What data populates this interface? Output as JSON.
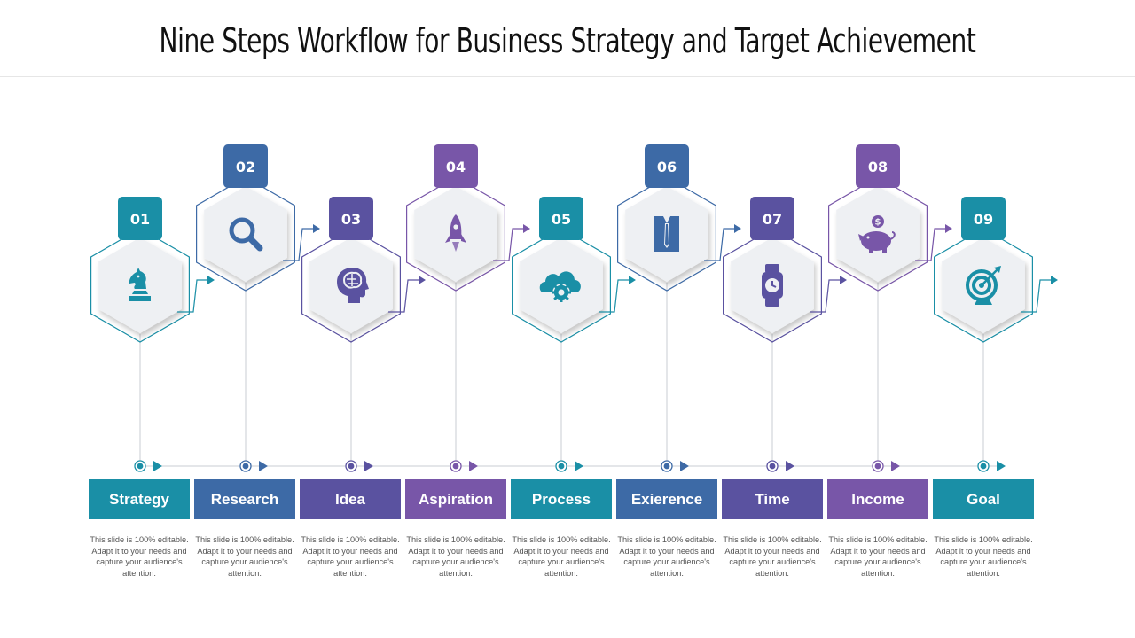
{
  "title": "Nine Steps Workflow for Business Strategy and Target Achievement",
  "steps": [
    {
      "num": "01",
      "label": "Strategy",
      "icon": "chess-knight-icon",
      "color": "#1a8fa6",
      "desc": "This slide is 100% editable. Adapt it to your needs and capture your audience's attention."
    },
    {
      "num": "02",
      "label": "Research",
      "icon": "magnifier-icon",
      "color": "#3d6aa6",
      "desc": "This slide is 100% editable. Adapt it to your needs and capture your audience's attention."
    },
    {
      "num": "03",
      "label": "Idea",
      "icon": "brain-head-icon",
      "color": "#5a52a0",
      "desc": "This slide is 100% editable. Adapt it to your needs and capture your audience's attention."
    },
    {
      "num": "04",
      "label": "Aspiration",
      "icon": "rocket-icon",
      "color": "#7856a8",
      "desc": "This slide is 100% editable. Adapt it to your needs and capture your audience's attention."
    },
    {
      "num": "05",
      "label": "Process",
      "icon": "cloud-gear-icon",
      "color": "#1a8fa6",
      "desc": "This slide is 100% editable. Adapt it to your needs and capture your audience's attention."
    },
    {
      "num": "06",
      "label": "Exierence",
      "icon": "shirt-tie-icon",
      "color": "#3d6aa6",
      "desc": "This slide is 100% editable. Adapt it to your needs and capture your audience's attention."
    },
    {
      "num": "07",
      "label": "Time",
      "icon": "wristwatch-icon",
      "color": "#5a52a0",
      "desc": "This slide is 100% editable. Adapt it to your needs and capture your audience's attention."
    },
    {
      "num": "08",
      "label": "Income",
      "icon": "piggy-bank-icon",
      "color": "#7856a8",
      "desc": "This slide is 100% editable. Adapt it to your needs and capture your audience's attention."
    },
    {
      "num": "09",
      "label": "Goal",
      "icon": "target-icon",
      "color": "#1a8fa6",
      "desc": "This slide is 100% editable. Adapt it to your needs and capture your audience's attention."
    }
  ]
}
